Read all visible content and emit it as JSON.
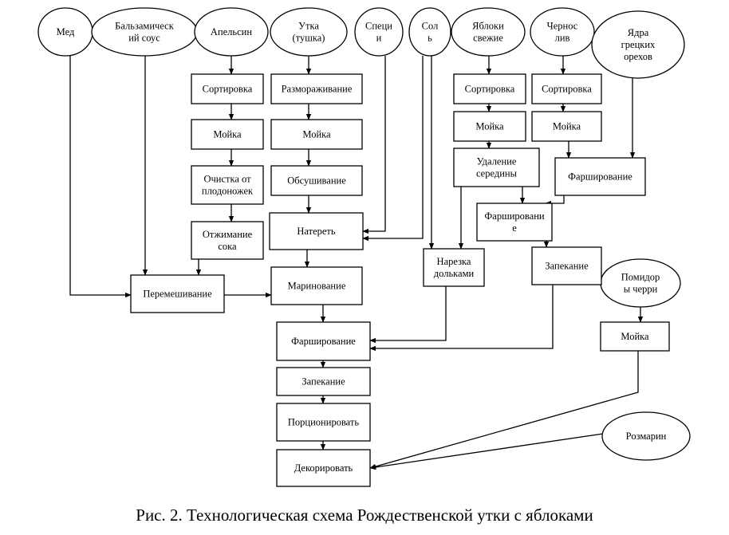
{
  "caption": "Рис. 2. Технологическая схема Рождественской утки с яблоками",
  "ingredients": {
    "honey": [
      "Мед"
    ],
    "balsamic": [
      "Бальзамическ",
      "ий соус"
    ],
    "orange": [
      "Апельсин"
    ],
    "duck": [
      "Утка",
      "(тушка)"
    ],
    "spices": [
      "Специ",
      "и"
    ],
    "salt": [
      "Сол",
      "ь"
    ],
    "apples": [
      "Яблоки",
      "свежие"
    ],
    "prunes": [
      "Чернос",
      "лив"
    ],
    "walnuts": [
      "Ядра",
      "грецких",
      "орехов"
    ],
    "tomatoes": [
      "Помидор",
      "ы черри"
    ],
    "rosemary": [
      "Розмарин"
    ]
  },
  "steps": {
    "orange_sort": [
      "Сортировка"
    ],
    "orange_wash": [
      "Мойка"
    ],
    "orange_peel": [
      "Очистка от",
      "плодоножек"
    ],
    "orange_squeeze": [
      "Отжимание",
      "сока"
    ],
    "mixing": [
      "Перемешивание"
    ],
    "duck_thaw": [
      "Размораживание"
    ],
    "duck_wash": [
      "Мойка"
    ],
    "duck_dry": [
      "Обсушивание"
    ],
    "duck_rub": [
      "Натереть"
    ],
    "duck_marinate": [
      "Маринование"
    ],
    "apple_sort": [
      "Сортировка"
    ],
    "apple_wash": [
      "Мойка"
    ],
    "apple_core": [
      "Удаление",
      "середины"
    ],
    "apple_stuff": [
      "Фаршировани",
      "е"
    ],
    "apple_bake": [
      "Запекание"
    ],
    "apple_slice": [
      "Нарезка",
      "дольками"
    ],
    "prune_sort": [
      "Сортировка"
    ],
    "prune_wash": [
      "Мойка"
    ],
    "prune_stuff": [
      "Фарширование"
    ],
    "tomato_wash": [
      "Мойка"
    ],
    "duck_stuff": [
      "Фарширование"
    ],
    "duck_bake": [
      "Запекание"
    ],
    "portion": [
      "Порционировать"
    ],
    "decorate": [
      "Декорировать"
    ]
  }
}
